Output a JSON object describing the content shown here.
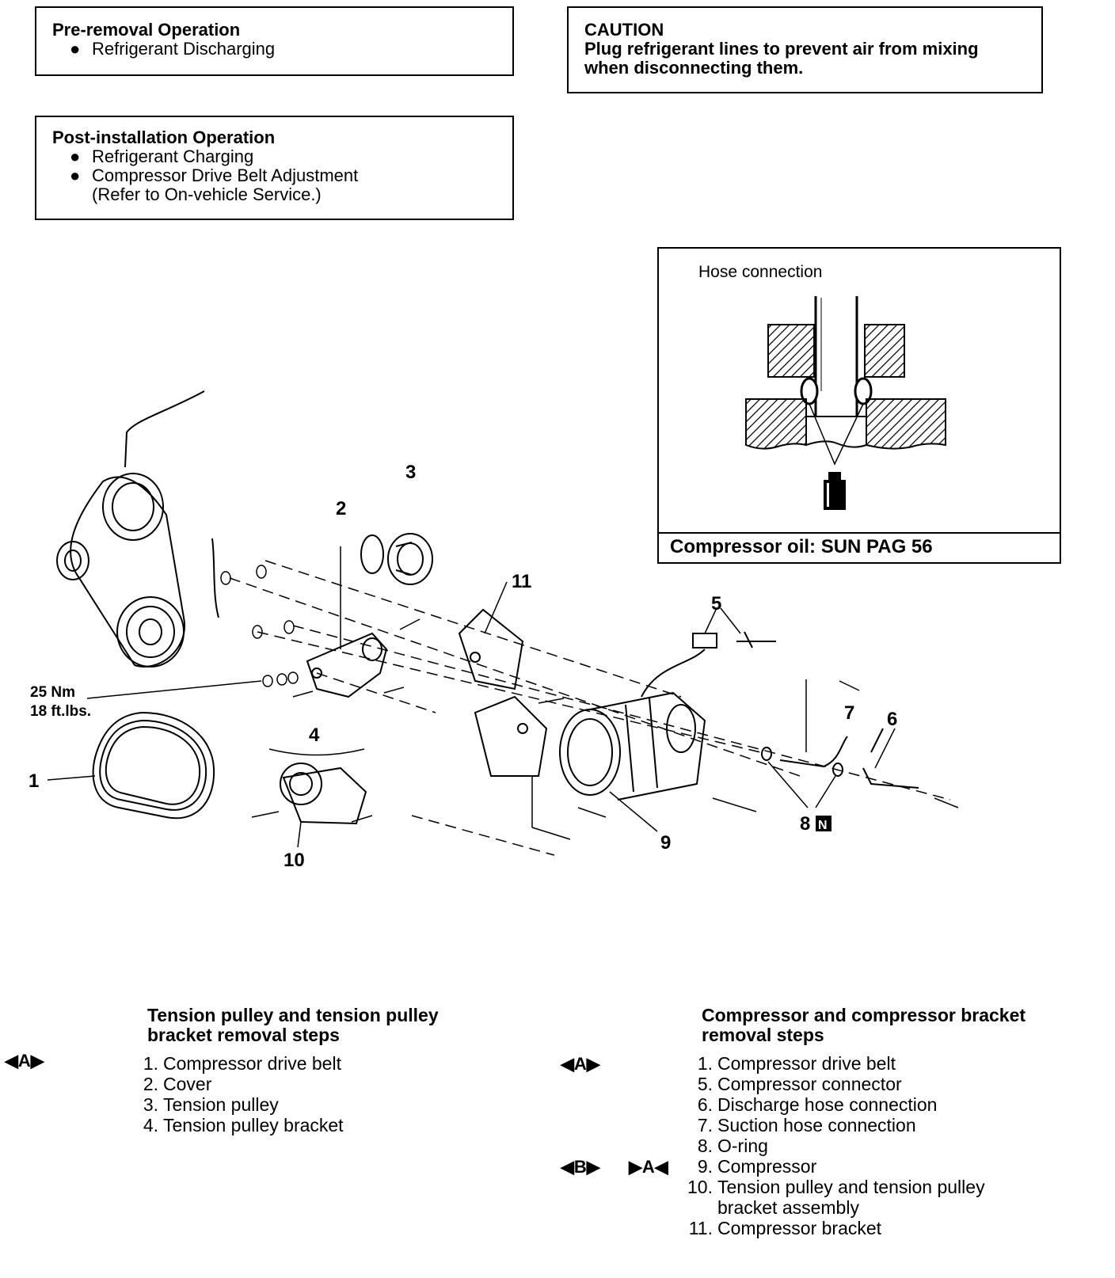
{
  "pre_removal": {
    "title": "Pre-removal Operation",
    "items": [
      "Refrigerant Discharging"
    ]
  },
  "caution": {
    "title": "CAUTION",
    "line1": "Plug refrigerant lines to prevent air from mixing",
    "line2": "when disconnecting them."
  },
  "post_install": {
    "title": "Post-installation Operation",
    "items": [
      "Refrigerant Charging",
      "Compressor Drive Belt Adjustment"
    ],
    "note": "(Refer to On-vehicle Service.)"
  },
  "bullet": "●",
  "inset": {
    "title": "Hose connection",
    "footer": "Compressor oil: SUN PAG 56"
  },
  "callouts": {
    "c1": "1",
    "c2": "2",
    "c3": "3",
    "c4": "4",
    "c5": "5",
    "c6": "6",
    "c7": "7",
    "c8": "8",
    "c9": "9",
    "c10": "10",
    "c11": "11",
    "new_part_mark": "N",
    "torque_nm": "25 Nm",
    "torque_ft": "18 ft.lbs."
  },
  "left_steps": {
    "title_line1": "Tension pulley and tension pulley",
    "title_line2": "bracket removal steps",
    "marks": [
      "◀A▶"
    ],
    "steps": [
      {
        "num": "1.",
        "text": "Compressor drive belt"
      },
      {
        "num": "2.",
        "text": "Cover"
      },
      {
        "num": "3.",
        "text": "Tension pulley"
      },
      {
        "num": "4.",
        "text": "Tension pulley bracket"
      }
    ]
  },
  "right_steps": {
    "title_line1": "Compressor and compressor bracket",
    "title_line2": "removal steps",
    "marks": [
      "◀A▶",
      "◀B▶",
      "▶A◀"
    ],
    "steps": [
      {
        "num": "1.",
        "text": "Compressor drive belt"
      },
      {
        "num": "5.",
        "text": "Compressor connector"
      },
      {
        "num": "6.",
        "text": "Discharge hose connection"
      },
      {
        "num": "7.",
        "text": "Suction hose connection"
      },
      {
        "num": "8.",
        "text": "O-ring"
      },
      {
        "num": "9.",
        "text": "Compressor"
      },
      {
        "num": "10.",
        "text": "Tension pulley and tension pulley"
      },
      {
        "num": "",
        "text": "bracket assembly"
      },
      {
        "num": "11.",
        "text": "Compressor bracket"
      }
    ]
  }
}
